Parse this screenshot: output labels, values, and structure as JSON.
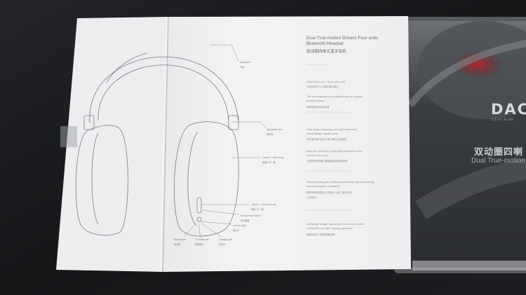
{
  "brochure": {
    "title_line_1": "Dual True-motion Drivers Four-units",
    "title_line_2": "Bluetooth Headset",
    "title_cn": "双动圈四单元蓝牙耳机",
    "dots": "..............",
    "paragraphs": [
      [
        "40mm drive unit + 30mm drive unit",
        "40毫米单元+30毫米单元组合"
      ],
      [
        "The low-frequency more effective and the dynamic",
        "feeling is strong",
        "低频更有效动态感强"
      ],
      [
        "Clear sense of layering, the vocal sound field",
        "sound realistic spatial sense",
        "层次感分明 层次丰富 声场 空间感强"
      ],
      [
        "Enjoy the live shock of extremely immersive in the",
        "broader field sound",
        "沉浸式聆听体验 震撼身临其境的感受"
      ],
      [
        "Wing protruding ear-breathing comfortable ergonomic design",
        "ear and thoughtful considered",
        "翼状呼吸耳垫贴合 舒适与人体工程学设计",
        "工艺贴合"
      ],
      [
        "Lightweight design, improving in the cohort to noise",
        "comfortable and light wearing experience",
        "轻量化设计 舒适佩戴体验"
      ]
    ]
  },
  "callouts": {
    "headband": "Headband",
    "headband_cn": "头梁",
    "adjust": "Adjustment arm",
    "adjust_cn": "调节臂",
    "vol_up": "Volume + / Next song",
    "vol_up_cn": "音量+/下一首",
    "vol_down": "Volume - / Previous song",
    "vol_down_cn": "音量-/上一首",
    "multi": "Multi-function button",
    "multi_cn": "多功能键",
    "indicator": "Indicator light",
    "indicator_cn": "指示灯",
    "microphone": "Microphone",
    "microphone_cn": "麦克风",
    "aux": "3.5 audio port",
    "aux_cn": "音频接口",
    "charging": "Charging port",
    "charging_cn": "充电口"
  },
  "box": {
    "brand": "DAC",
    "model": "X3 for audio",
    "product_cn": "双动圈四喇",
    "product_en": "Dual True-motion"
  },
  "colors": {
    "background": "#16181b",
    "card": "#f1f1f2",
    "ink": "#6e7075"
  }
}
